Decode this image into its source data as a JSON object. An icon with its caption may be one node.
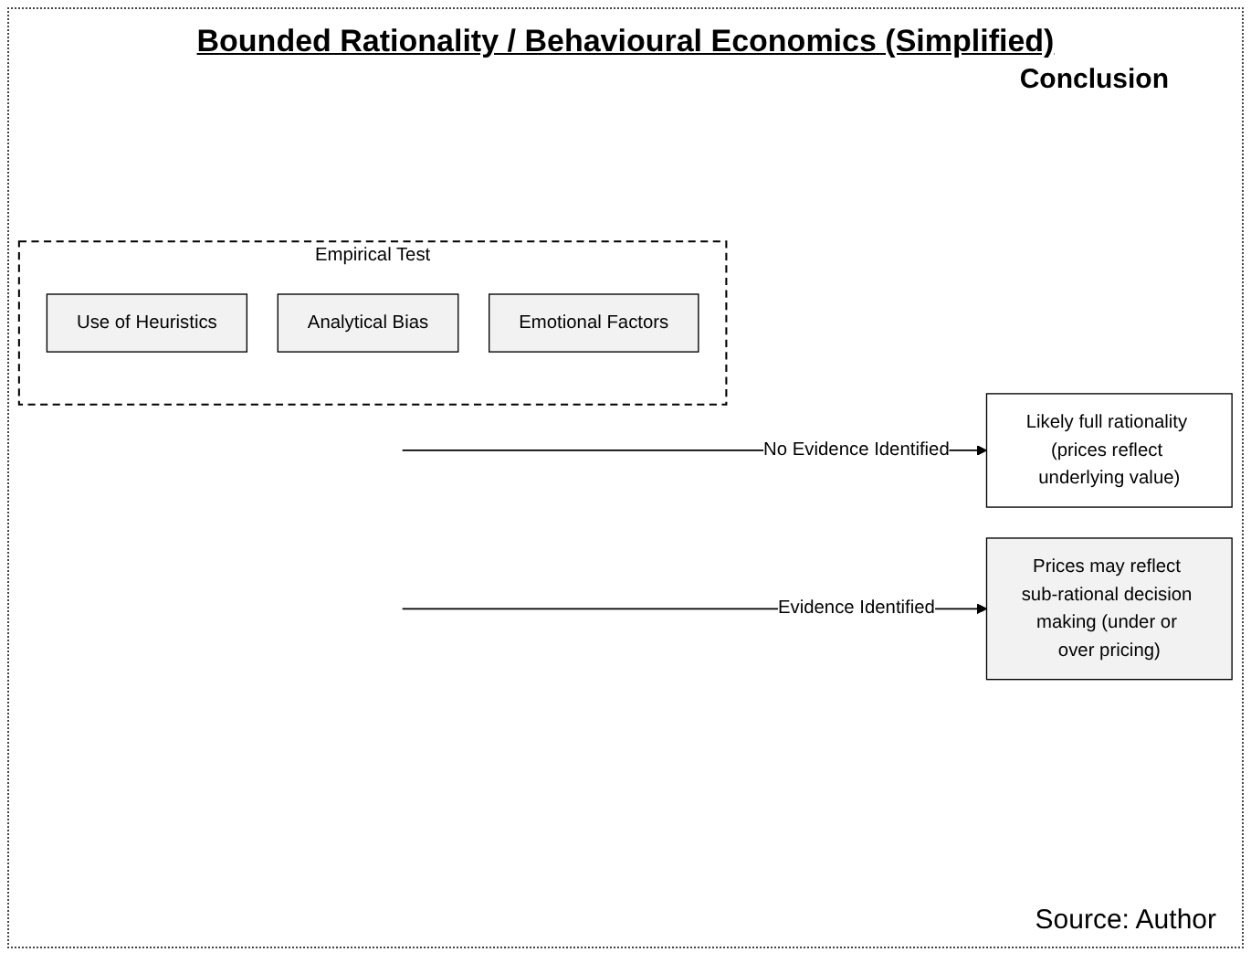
{
  "diagram": {
    "title": "Bounded Rationality / Behavioural Economics (Simplified)",
    "nodes": [
      {
        "text": [
          "Empirical Test"
        ]
      },
      {
        "text": [
          "Use of Heuristics"
        ],
        "in": 0
      },
      {
        "text": [
          "Analytical Bias"
        ],
        "in": 0
      },
      {
        "text": [
          "Emotional Factors"
        ],
        "in": 0
      },
      {
        "text": [
          "Likely full rationality (prices reflect underlying value)"
        ]
      },
      {
        "text": [
          "Prices may reflect sub-rational decision making (under or over pricing)"
        ]
      }
    ],
    "edges": [
      {
        "from": null,
        "to": 4,
        "arrow": "to",
        "label": "No Evidence Identified"
      },
      {
        "from": null,
        "to": 5,
        "arrow": "to",
        "label": "Evidence Identified"
      }
    ],
    "labels": [
      "Conclusion",
      "Source: Author"
    ]
  }
}
